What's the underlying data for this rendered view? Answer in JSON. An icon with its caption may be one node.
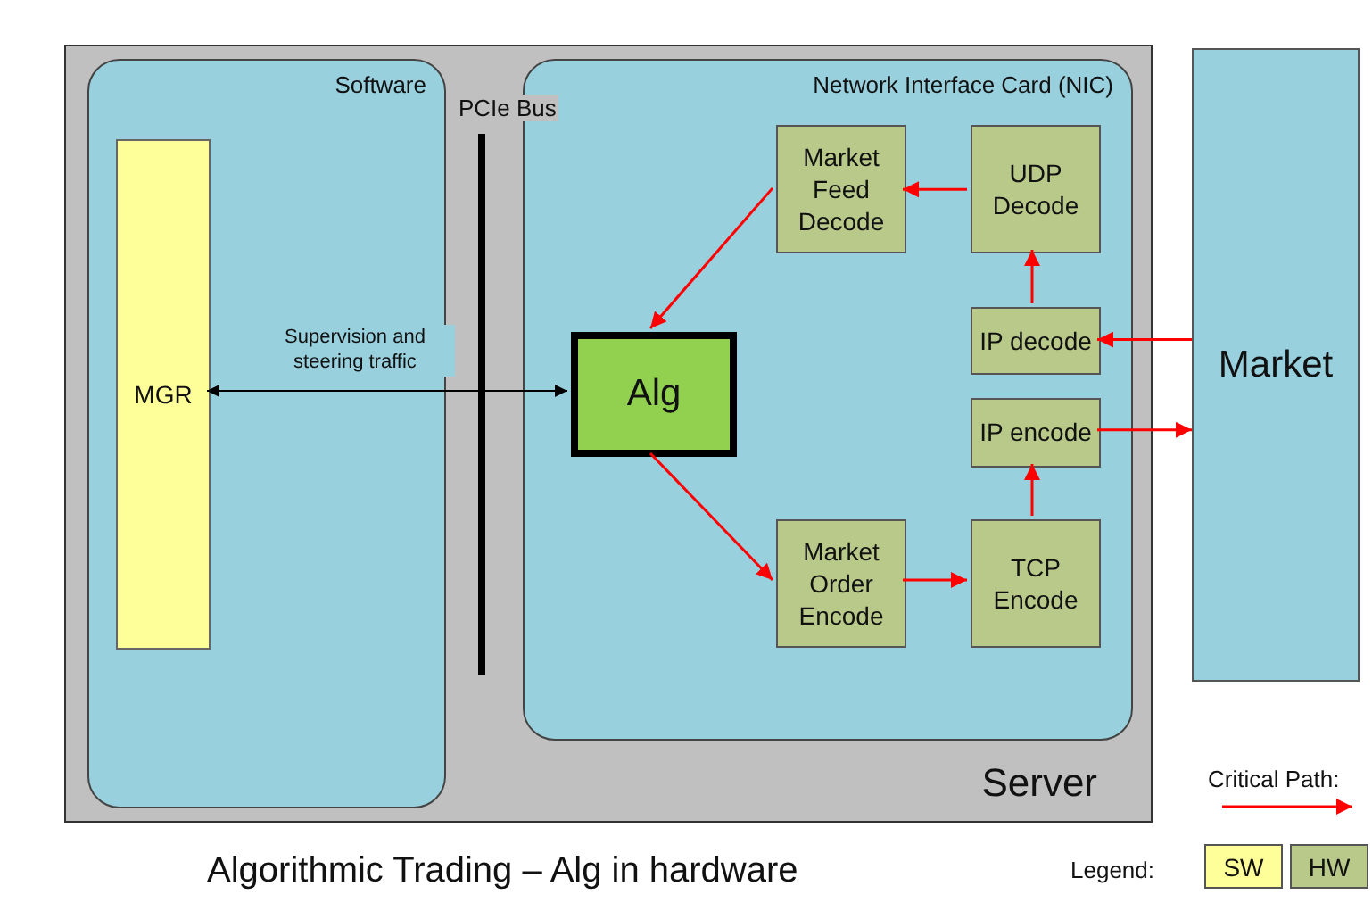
{
  "diagram": {
    "title": "Algorithmic Trading – Alg in hardware",
    "nodes": [
      {
        "text": [
          "Server"
        ]
      },
      {
        "text": [
          "Software"
        ],
        "in": 0
      },
      {
        "text": [
          "MGR"
        ],
        "in": 1
      },
      {
        "text": [
          "Network Interface Card (NIC)"
        ],
        "in": 0
      },
      {
        "text": [
          "Market Feed Decode"
        ],
        "in": 3
      },
      {
        "text": [
          "UDP Decode"
        ],
        "in": 3
      },
      {
        "text": [
          "Alg"
        ],
        "in": 3
      },
      {
        "text": [
          "IP decode"
        ],
        "in": 3
      },
      {
        "text": [
          "IP encode"
        ],
        "in": 3
      },
      {
        "text": [
          "Market Order Encode"
        ],
        "in": 3
      },
      {
        "text": [
          "TCP Encode"
        ],
        "in": 3
      },
      {
        "text": [
          "Market"
        ]
      }
    ],
    "edges": [
      {
        "from": 2,
        "to": 6,
        "arrow": "both",
        "label": "Supervision and steering traffic",
        "color": "#000000"
      },
      {
        "from": 5,
        "to": 4,
        "arrow": "to"
      },
      {
        "from": 4,
        "to": 6,
        "arrow": "to"
      },
      {
        "from": 7,
        "to": 5,
        "arrow": "to"
      },
      {
        "from": 11,
        "to": 7,
        "arrow": "to"
      },
      {
        "from": 6,
        "to": 9,
        "arrow": "to"
      },
      {
        "from": 9,
        "to": 10,
        "arrow": "to"
      },
      {
        "from": 10,
        "to": 8,
        "arrow": "to"
      },
      {
        "from": 8,
        "to": 11,
        "arrow": "to"
      }
    ],
    "labels": [
      "PCIe Bus",
      "Legend:"
    ],
    "legend": [
      {
        "text": "Critical Path:"
      },
      {
        "text": "SW",
        "color": "#ffff99"
      },
      {
        "text": "HW",
        "color": "#b8c98a"
      }
    ]
  }
}
